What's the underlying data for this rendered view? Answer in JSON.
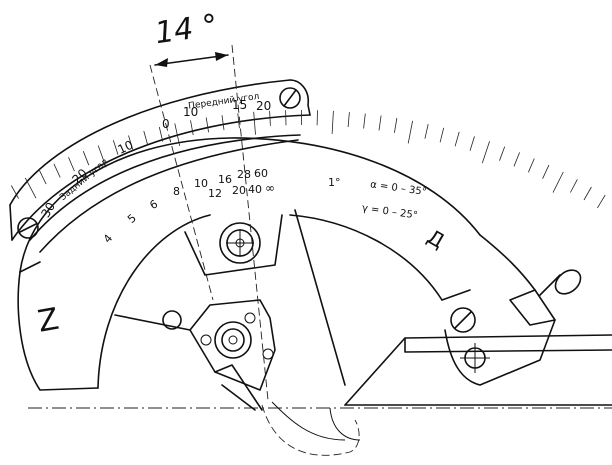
{
  "angle_label": "14 °",
  "scale_outer": {
    "title": "Передний угол",
    "ticks": [
      "0",
      "10",
      "15",
      "20"
    ]
  },
  "scale_inner": {
    "title": "Задний угол",
    "ticks": [
      "30",
      "20",
      "10"
    ]
  },
  "lower_scale": {
    "ticks": [
      "4",
      "5",
      "6",
      "8",
      "10",
      "12",
      "16",
      "20",
      "28",
      "40",
      "60",
      "∞"
    ]
  },
  "division_value": "1°",
  "range_alpha": "α = 0 – 35°",
  "range_gamma": "γ = 0 – 25°",
  "marker_right": "Д",
  "marker_left": "Z"
}
